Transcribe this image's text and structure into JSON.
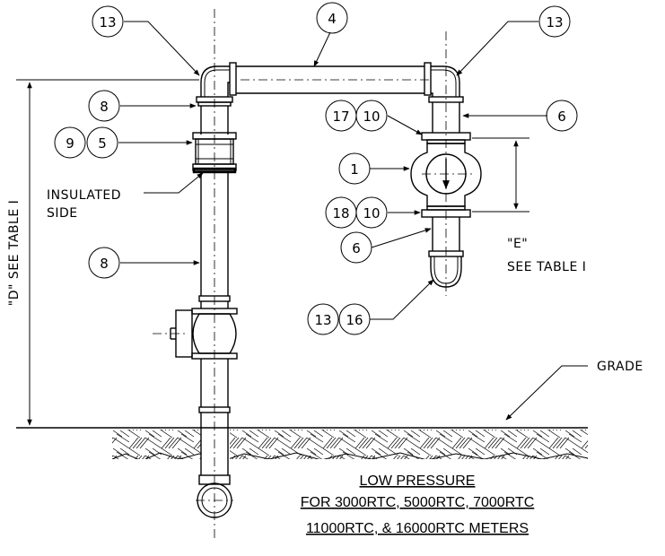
{
  "callouts": {
    "c13_top_left": "13",
    "c4": "4",
    "c13_top_right": "13",
    "c8_upper": "8",
    "c6_upper": "6",
    "c17": "17",
    "c10_upper": "10",
    "c9": "9",
    "c5": "5",
    "c1": "1",
    "c18": "18",
    "c10_lower": "10",
    "c6_lower": "6",
    "c8_lower": "8",
    "c13_lower": "13",
    "c16": "16"
  },
  "labels": {
    "insulated_line1": "INSULATED",
    "insulated_line2": "SIDE",
    "d_dimension": "\"D\" SEE TABLE I",
    "e_dimension_line1": "\"E\"",
    "e_dimension_line2": "SEE TABLE I",
    "grade": "GRADE"
  },
  "title": {
    "line1": "LOW PRESSURE",
    "line2": "FOR 3000RTC, 5000RTC, 7000RTC",
    "line3": "11000RTC, & 16000RTC METERS"
  }
}
